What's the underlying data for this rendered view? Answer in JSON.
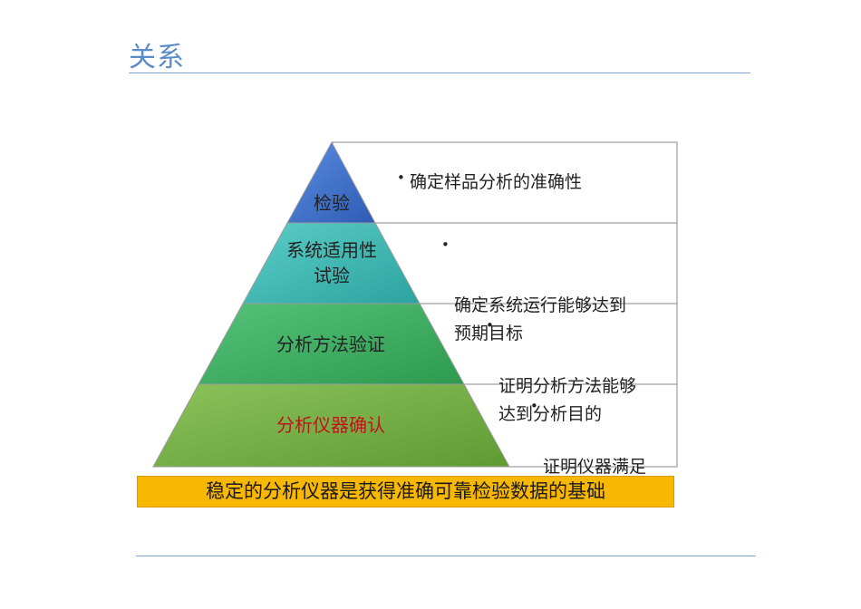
{
  "page": {
    "title": "关系"
  },
  "pyramid": {
    "levels": [
      {
        "label": "检验",
        "color": "#4472c4",
        "description": "确定样品分析的准确性"
      },
      {
        "label": "系统适用性\n试验",
        "color": "#3fb8b3",
        "description": "确定系统运行能够达到\n预期目标"
      },
      {
        "label": "分析方法验证",
        "color": "#3cae5f",
        "description": "证明分析方法能够\n达到分析目的"
      },
      {
        "label": "分析仪器确认",
        "color": "#74ae44",
        "label_color": "#c0141c",
        "description": "证明仪器满足\n预期用途"
      }
    ]
  },
  "footer": {
    "text": "稳定的分析仪器是获得准确可靠检验数据的基础",
    "background": "#f8b700"
  },
  "colors": {
    "title": "#5b8cc8",
    "rules": "#7fa3cf"
  }
}
